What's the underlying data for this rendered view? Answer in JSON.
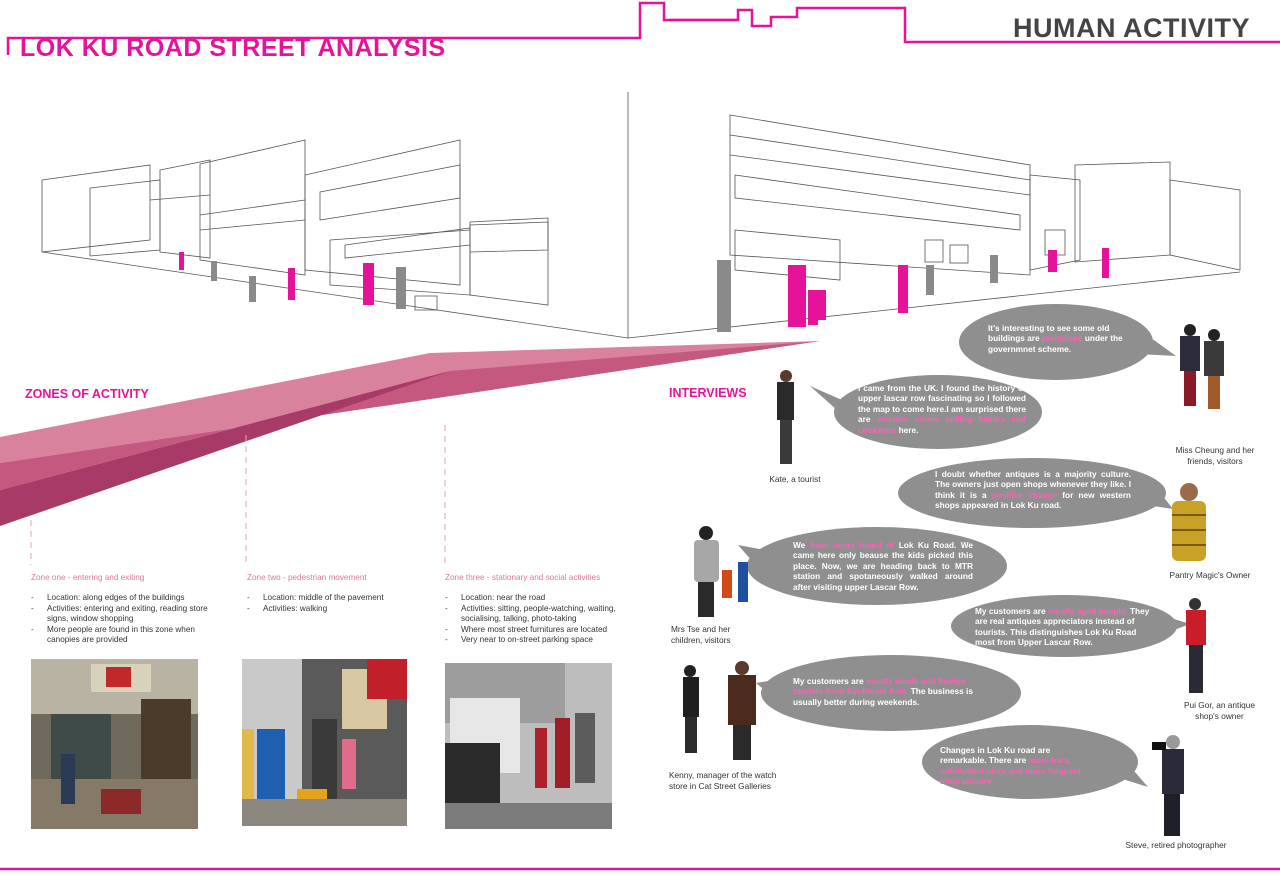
{
  "header": {
    "title": "LOK KU ROAD STREET ANALYSIS",
    "section_title": "HUMAN ACTIVITY"
  },
  "colors": {
    "accent": "#e6139a",
    "bubble": "#8f8f8f",
    "band1": "#a83a68",
    "band2": "#c4587f",
    "band3": "#d9829e"
  },
  "zones": {
    "heading": "ZONES OF ACTIVITY",
    "items": [
      {
        "title": "Zone one - entering and exiting",
        "points": [
          "Location: along edges of the buildings",
          "Activities: entering and exiting, reading store signs, window shopping",
          "More people are found in this zone when canopies are provided"
        ]
      },
      {
        "title": "Zone two - pedestrian movement",
        "points": [
          "Location: middle of the pavement",
          "Activities: walking"
        ]
      },
      {
        "title": "Zone three - stationary and social activities",
        "points": [
          "Location: near the road",
          "Activities: sitting, people-watching, waiting, socialising, talking, photo-taking",
          "Where most street furnitures are located",
          "Very near to on-street parking space"
        ]
      }
    ]
  },
  "interviews": {
    "heading": "INTERVIEWS",
    "q1": {
      "a": "It's interesting to see some old buildings are ",
      "hl": "revitalized",
      "b": " under the governmnet scheme.",
      "caption": "Miss Cheung and her friends, visitors"
    },
    "q2": {
      "a": "I came from the UK. I found the history of upper lascar row fascinating so I followed the map to come here.I am surprised there are ",
      "hl": "western stores selling bakery and cookware",
      "b": " here.",
      "caption": "Kate,  a tourist"
    },
    "q3": {
      "a": "I doubt whether antiques is a majority culture. The owners just open shops whenever they like. I think it is a ",
      "hl": "positive change",
      "b": " for new western shops appeared in Lok Ku road.",
      "caption": "Pantry Magic's Owner"
    },
    "q4": {
      "a": "We ",
      "hl": "have never heard of",
      "b": " Lok Ku Road. We came here only beause the kids picked this place. Now, we are heading back to MTR station and spotaneously walked around after visiting upper Lascar Row.",
      "caption": "Mrs Tse and her children, visitors"
    },
    "q5": {
      "a": "My customers are ",
      "hl": "mostly aged people.",
      "b": " They are real antiques appreciators instead of tourists. This distinguishes Lok Ku Road most from Upper Lascar Row.",
      "caption": "Pui Gor, an antique shop's owner"
    },
    "q6": {
      "a": "My customers are ",
      "hl": "mostly locals and foreign tourists from Southeast Asia.",
      "b": " The business is usually better during weekends.",
      "caption": "Kenny, manager of the watch store in Cat Street Galleries"
    },
    "q7": {
      "a": "Changes in Lok Ku road are remarkable. There are ",
      "hl": "more bars, subdivided units and more frequent shop closure.",
      "b": "",
      "caption": "Steve, retired photographer"
    }
  }
}
